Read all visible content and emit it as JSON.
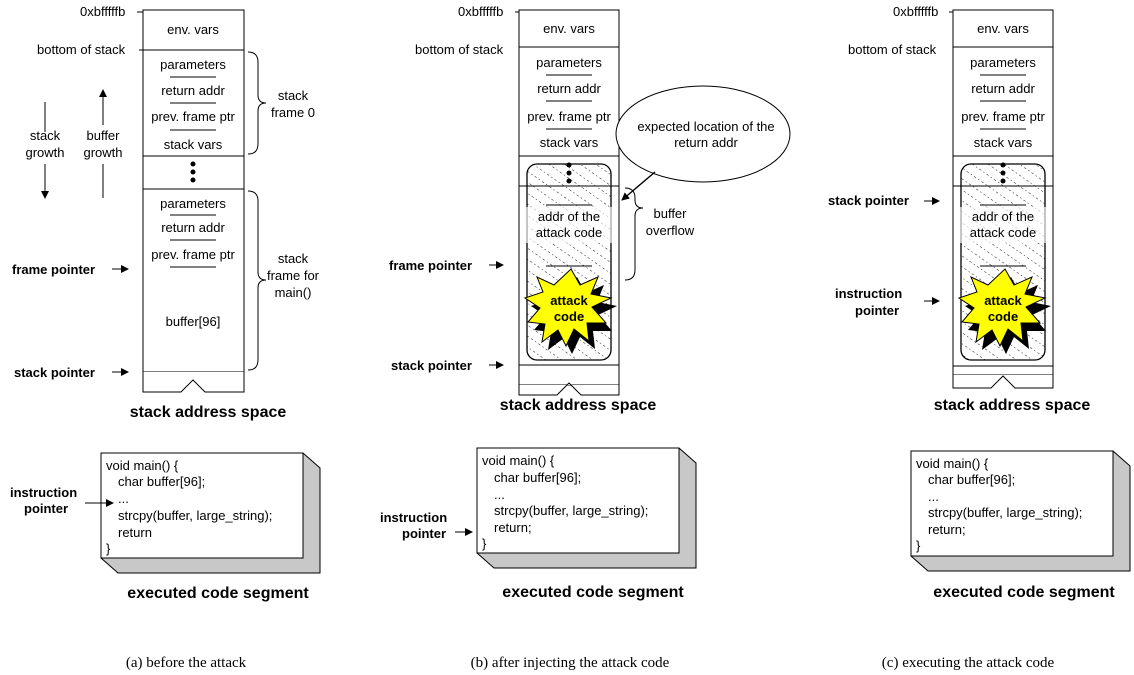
{
  "panels": [
    {
      "id": "a",
      "top_address": "0xbfffffb",
      "env_vars": "env. vars",
      "bottom_of_stack": "bottom of stack",
      "frame0": [
        "parameters",
        "return addr",
        "prev. frame ptr",
        "stack vars"
      ],
      "frame_main": [
        "parameters",
        "return addr",
        "prev. frame ptr"
      ],
      "buffer_label": "buffer[96]",
      "stack_growth": [
        "stack",
        "growth"
      ],
      "buffer_growth": [
        "buffer",
        "growth"
      ],
      "brace_frame0": [
        "stack",
        "frame 0"
      ],
      "brace_main": [
        "stack",
        "frame for",
        "main()"
      ],
      "frame_pointer": "frame pointer",
      "stack_pointer": "stack pointer",
      "stack_title": "stack address space",
      "code": [
        "void main() {",
        "char buffer[96];",
        "...",
        "strcpy(buffer, large_string);",
        "return",
        "}"
      ],
      "instruction_pointer": [
        "instruction",
        "pointer"
      ],
      "code_title": "executed code segment",
      "caption": "(a) before the attack"
    },
    {
      "id": "b",
      "top_address": "0xbfffffb",
      "env_vars": "env. vars",
      "bottom_of_stack": "bottom of stack",
      "frame0": [
        "parameters",
        "return addr",
        "prev. frame ptr",
        "stack vars"
      ],
      "addr_of_attack": [
        "addr of the",
        "attack code"
      ],
      "attack_code": [
        "attack",
        "code"
      ],
      "callout": [
        "expected location of the",
        "return addr"
      ],
      "brace_overflow": [
        "buffer",
        "overflow"
      ],
      "frame_pointer": "frame pointer",
      "stack_pointer": "stack pointer",
      "stack_title": "stack address space",
      "code": [
        "void main() {",
        "char buffer[96];",
        "...",
        "strcpy(buffer, large_string);",
        "return;",
        "}"
      ],
      "instruction_pointer": [
        "instruction",
        "pointer"
      ],
      "code_title": "executed code segment",
      "caption": "(b) after injecting the attack code"
    },
    {
      "id": "c",
      "top_address": "0xbfffffb",
      "env_vars": "env. vars",
      "bottom_of_stack": "bottom of stack",
      "frame0": [
        "parameters",
        "return addr",
        "prev. frame ptr",
        "stack vars"
      ],
      "addr_of_attack": [
        "addr of the",
        "attack code"
      ],
      "attack_code": [
        "attack",
        "code"
      ],
      "stack_pointer": "stack pointer",
      "instruction_pointer": [
        "instruction",
        "pointer"
      ],
      "stack_title": "stack address space",
      "code": [
        "void main() {",
        "char buffer[96];",
        "...",
        "strcpy(buffer, large_string);",
        "return;",
        "}"
      ],
      "code_title": "executed code segment",
      "caption": "(c) executing the attack code"
    }
  ],
  "colors": {
    "burst_fill": "#ffff00",
    "burst_shadow": "#000000",
    "box_shadow": "#c8c8c8"
  }
}
